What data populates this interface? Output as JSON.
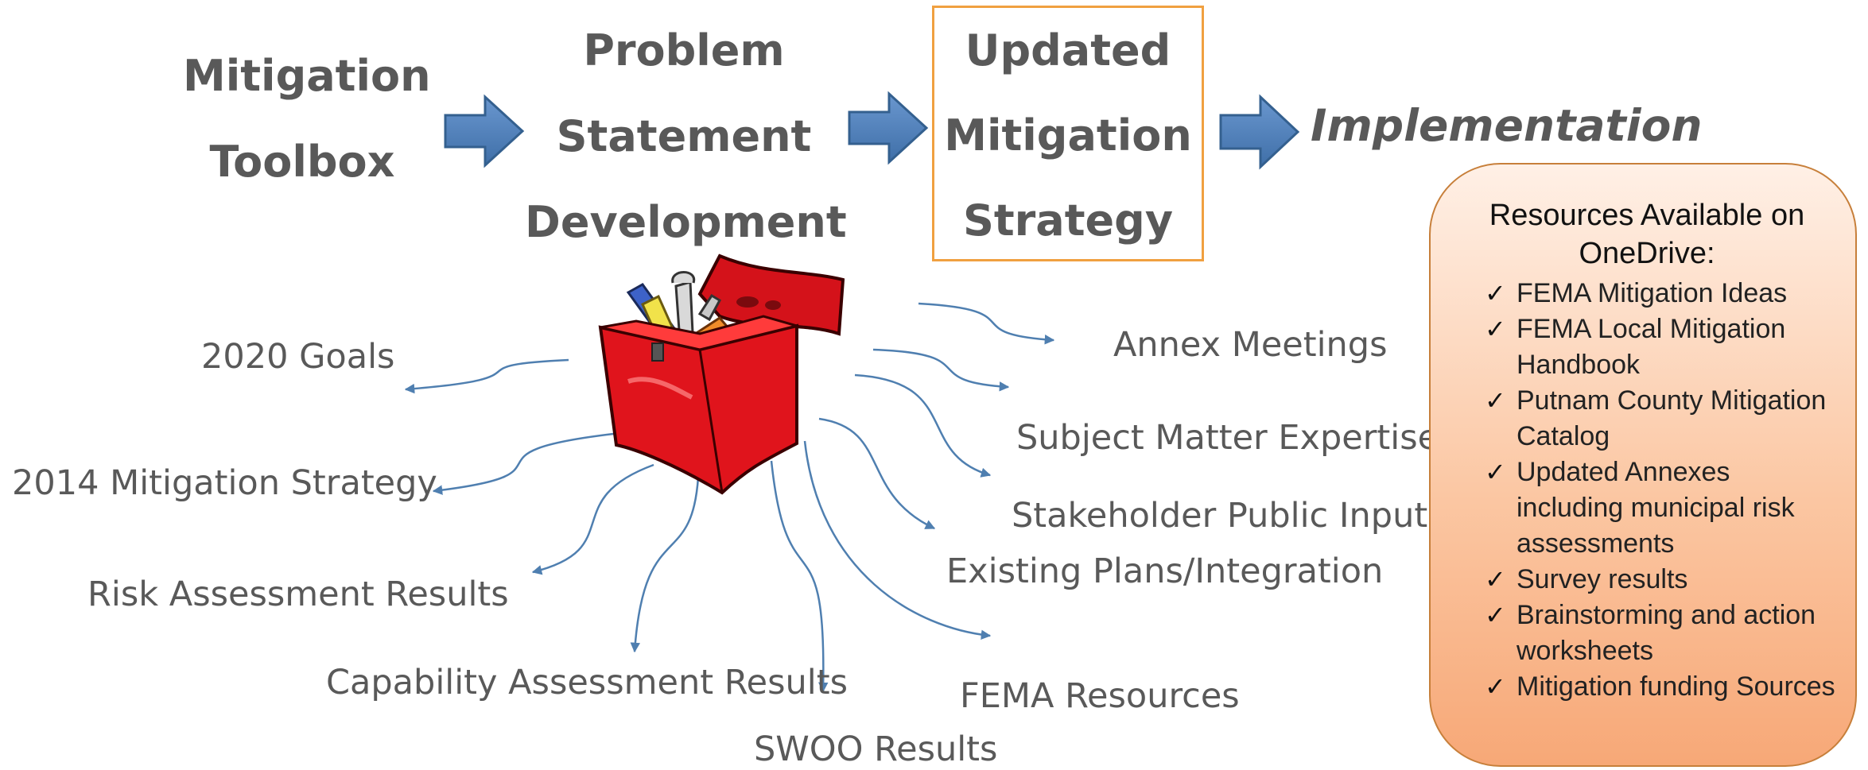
{
  "flow": {
    "steps": [
      {
        "lines": [
          "Mitigation",
          "Toolbox"
        ]
      },
      {
        "lines": [
          "Problem",
          "Statement",
          "Development"
        ]
      },
      {
        "lines": [
          "Updated",
          "Mitigation",
          "Strategy"
        ]
      }
    ],
    "final_step": "Implementation"
  },
  "sources": [
    "2020 Goals",
    "2014 Mitigation Strategy",
    "Risk Assessment Results",
    "Capability Assessment Results",
    "SWOO Results",
    "FEMA Resources",
    "Existing Plans/Integration",
    "Stakeholder Public Input",
    "Subject Matter Expertise",
    "Annex Meetings"
  ],
  "resources": {
    "title": "Resources Available on OneDrive:",
    "items": [
      "FEMA Mitigation Ideas",
      "FEMA Local Mitigation Handbook",
      "Putnam County Mitigation Catalog",
      "Updated Annexes including municipal risk assessments",
      "Survey results",
      "Brainstorming and action worksheets",
      "Mitigation funding Sources"
    ],
    "check_glyph": "✓"
  },
  "icons": {
    "flow_arrow": "right-block-arrow-icon",
    "toolbox": "toolbox-icon"
  },
  "colors": {
    "arrow_fill": "#4f81bd",
    "connector": "#4f7fb0",
    "text": "#595959",
    "box_border": "#f0a040",
    "toolbox_red": "#e0141c",
    "panel_top": "#fff0e6",
    "panel_bottom": "#f7a877"
  }
}
